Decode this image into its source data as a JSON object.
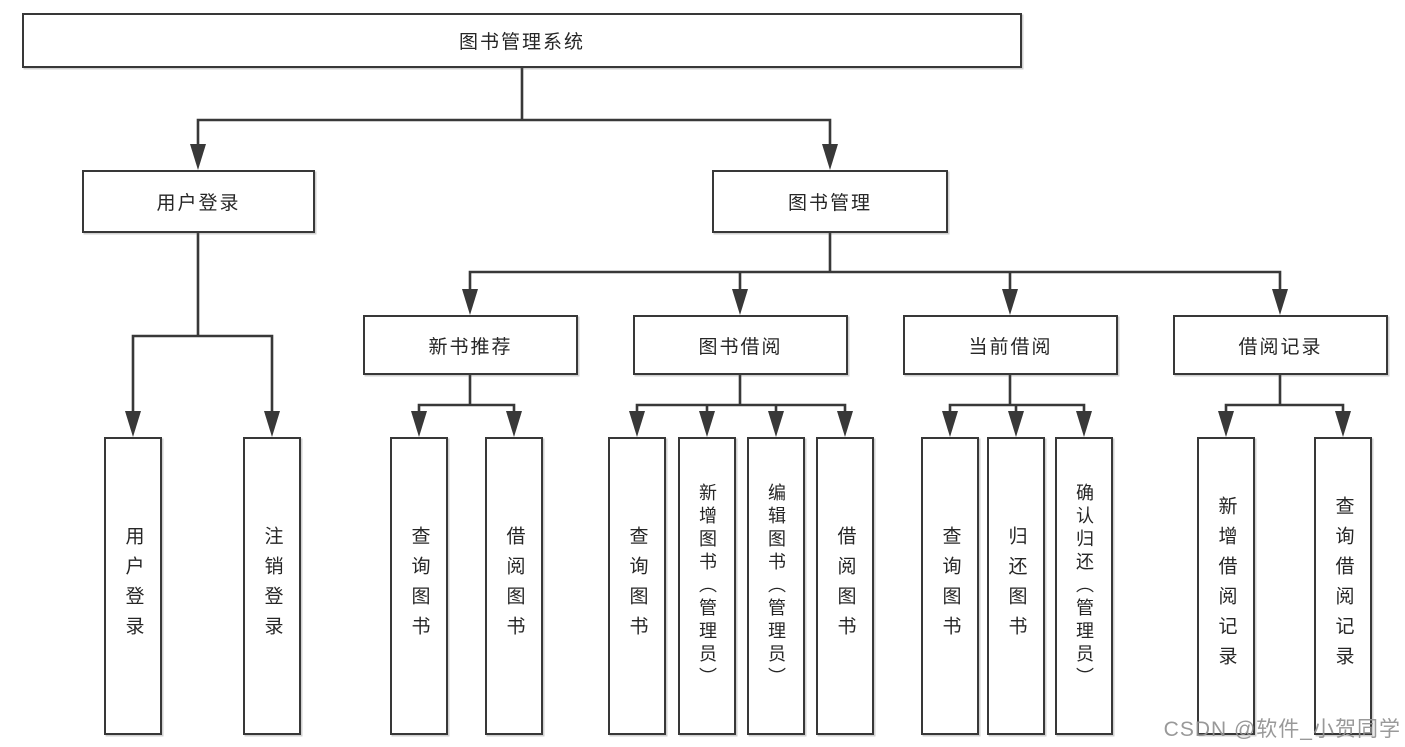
{
  "diagram": {
    "root": {
      "label": "图书管理系统"
    },
    "branches": [
      {
        "label": "用户登录",
        "children": [
          "用户登录",
          "注销登录"
        ]
      },
      {
        "label": "图书管理",
        "children": [
          {
            "label": "新书推荐",
            "children": [
              "查询图书",
              "借阅图书"
            ]
          },
          {
            "label": "图书借阅",
            "children": [
              "查询图书",
              "新增图书（管理员）",
              "编辑图书（管理员）",
              "借阅图书"
            ]
          },
          {
            "label": "当前借阅",
            "children": [
              "查询图书",
              "归还图书",
              "确认归还（管理员）"
            ]
          },
          {
            "label": "借阅记录",
            "children": [
              "新增借阅记录",
              "查询借阅记录"
            ]
          }
        ]
      }
    ]
  },
  "colors": {
    "line": "#383838",
    "box_border": "#383838",
    "text": "#262626",
    "watermark": "#949494",
    "background": "#ffffff"
  },
  "watermark": "CSDN @软件_小贺同学"
}
